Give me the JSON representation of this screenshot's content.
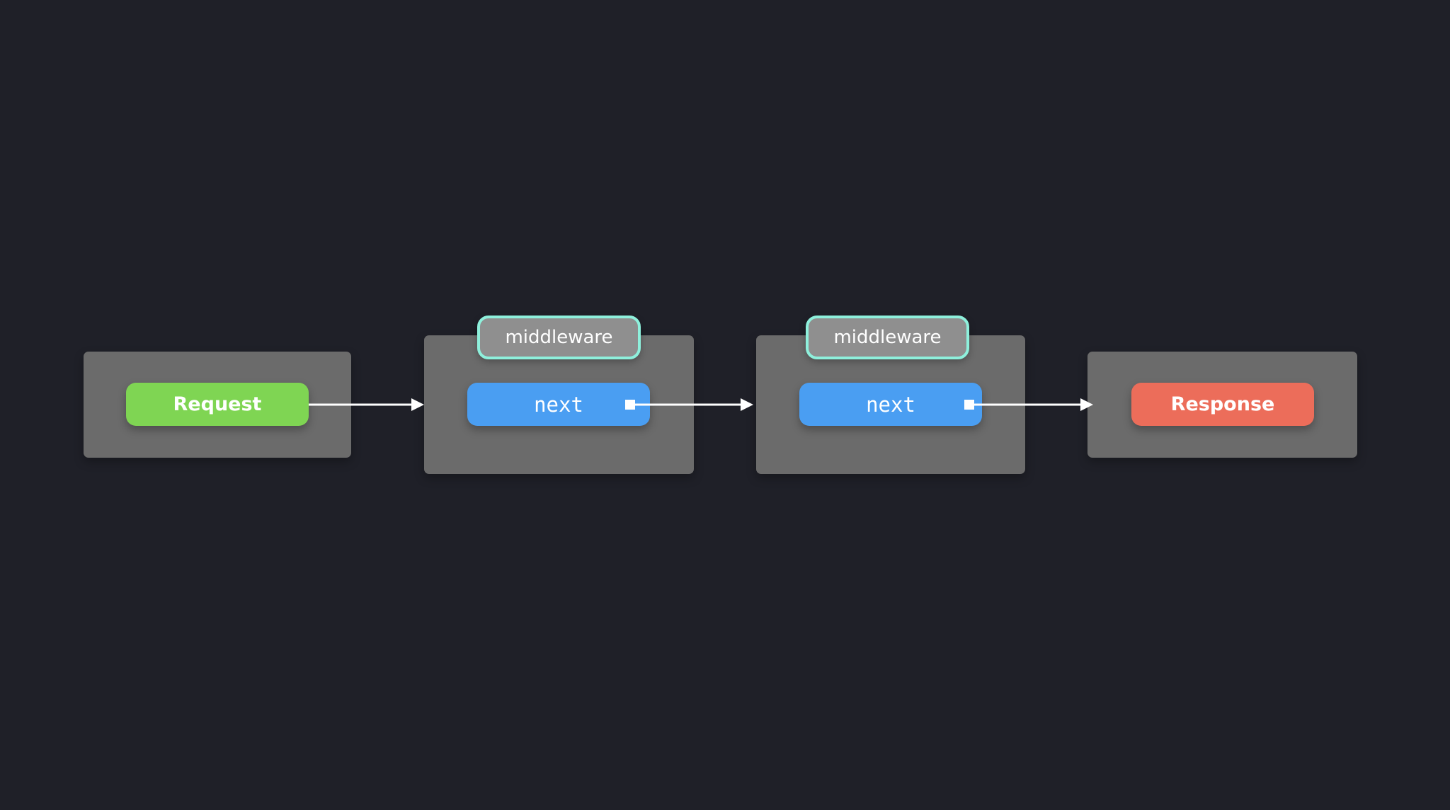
{
  "diagram": {
    "request_label": "Request",
    "middleware_1_tag": "middleware",
    "middleware_1_next": "next",
    "middleware_2_tag": "middleware",
    "middleware_2_next": "next",
    "response_label": "Response"
  },
  "colors": {
    "background": "#1f2028",
    "panel": "#6b6b6b",
    "request": "#7fd553",
    "next": "#4a9ef2",
    "response": "#ec6d5a",
    "tag_fill": "#8f8f8f",
    "tag_border": "#8ef0dc",
    "arrow": "#ffffff"
  }
}
